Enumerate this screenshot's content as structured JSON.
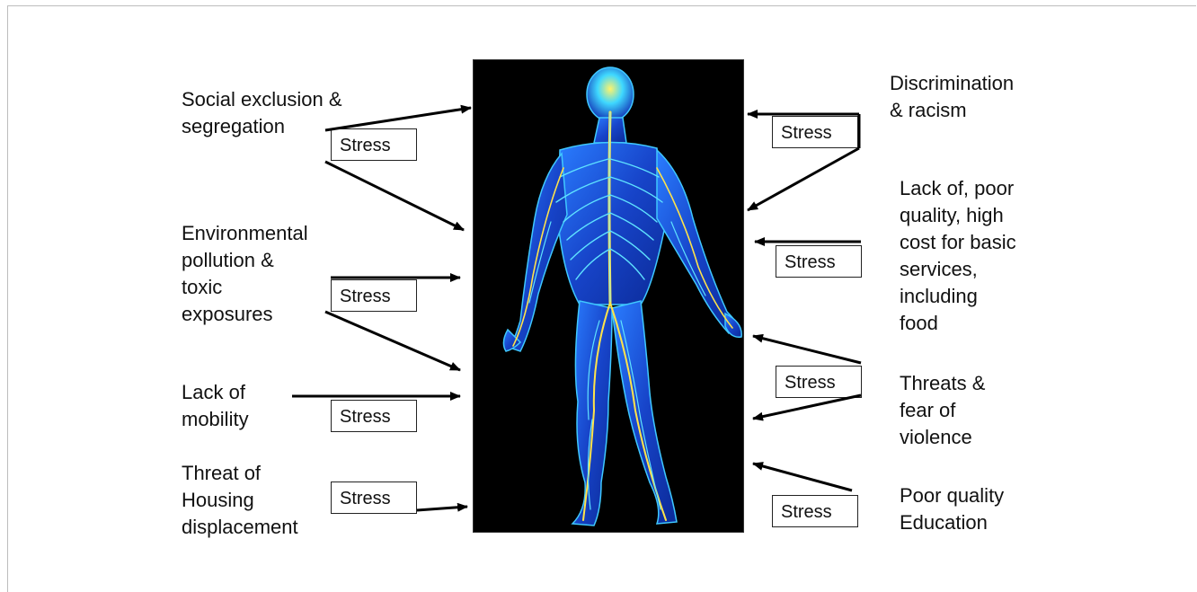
{
  "left_factors": [
    {
      "id": "social-exclusion",
      "text": "Social exclusion &\nsegregation",
      "stress": "Stress"
    },
    {
      "id": "environmental-pollution",
      "text": "Environmental\npollution &\ntoxic\nexposures",
      "stress": "Stress"
    },
    {
      "id": "lack-of-mobility",
      "text": "Lack of\nmobility",
      "stress": "Stress"
    },
    {
      "id": "housing-displacement",
      "text": "Threat of\nHousing\ndisplacement",
      "stress": "Stress"
    }
  ],
  "right_factors": [
    {
      "id": "discrimination",
      "text": "Discrimination\n& racism",
      "stress": "Stress"
    },
    {
      "id": "basic-services",
      "text": "Lack of, poor\nquality, high\ncost for basic\nservices,\nincluding\nfood",
      "stress": "Stress"
    },
    {
      "id": "threats-violence",
      "text": "Threats &\nfear of\nviolence",
      "stress": "Stress"
    },
    {
      "id": "poor-education",
      "text": "Poor quality\nEducation",
      "stress": "Stress"
    }
  ],
  "colors": {
    "background": "#000000",
    "nerve_dark": "#0a2a9e",
    "nerve_mid": "#1f6fff",
    "nerve_light": "#38d3ff",
    "nerve_yellow": "#ffe34a"
  }
}
